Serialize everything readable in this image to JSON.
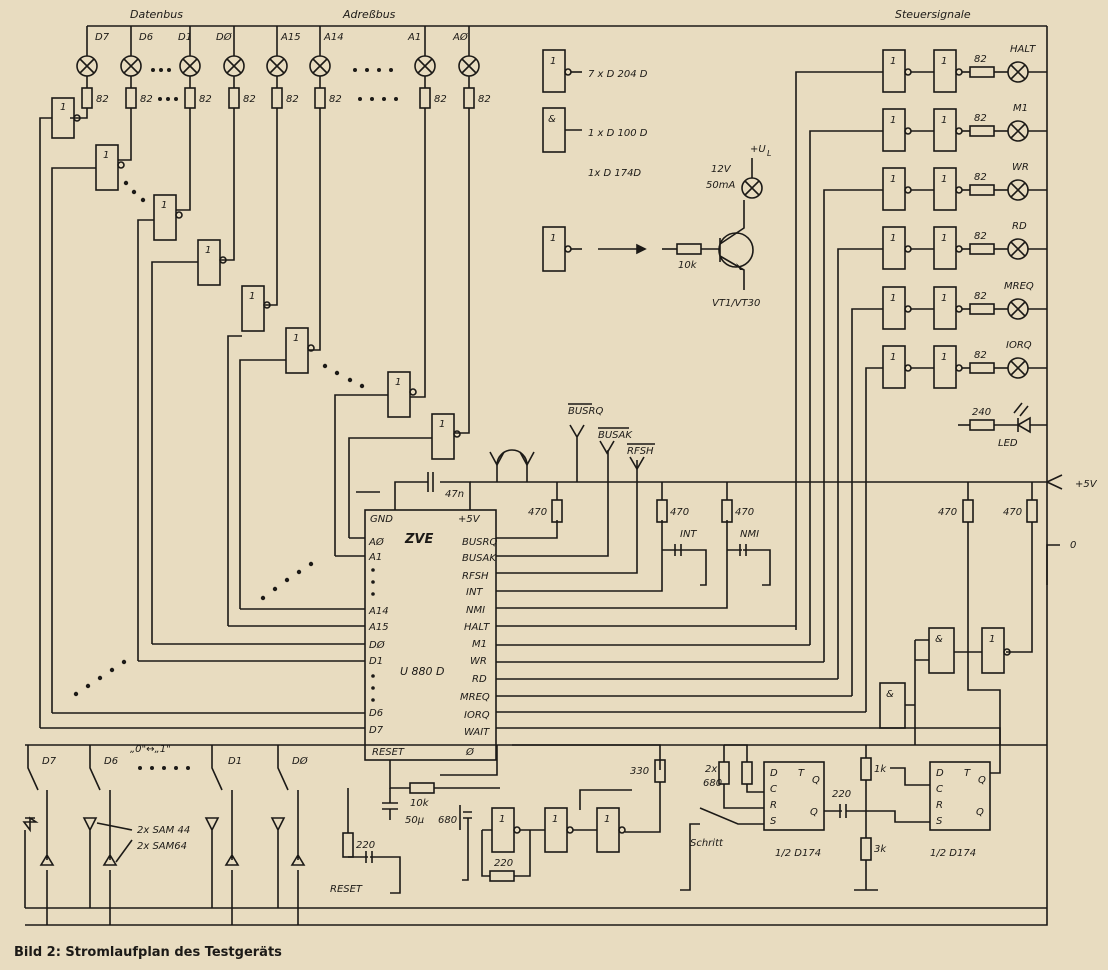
{
  "section_labels": {
    "databus": "Datenbus",
    "addressbus": "Adreßbus",
    "control": "Steuersignale"
  },
  "top_lamps": [
    "D7",
    "D6",
    "D1",
    "DØ",
    "A15",
    "A14",
    "A1",
    "AØ"
  ],
  "top_resistor_value": "82",
  "inverter_symbol": "1",
  "and_symbol": "&",
  "legend": {
    "inverter_count": "7 x D 204 D",
    "and_count": "1 x D 100 D",
    "flipflop_count": "1x D 174D",
    "supply": "+U",
    "supply_sub": "L",
    "lamp_rating_v": "12V",
    "lamp_rating_i": "50mA",
    "base_resistor": "10k",
    "transistor": "VT1/VT30"
  },
  "control_lamps": [
    "HALT",
    "M1",
    "WR",
    "RD",
    "MREQ",
    "IORQ"
  ],
  "led": {
    "resistor": "240",
    "label": "LED"
  },
  "cpu": {
    "title": "ZVE",
    "part": "U 880 D",
    "gnd": "GND",
    "vcc": "+5V",
    "left_pins": [
      "AØ",
      "A1",
      "A14",
      "A15",
      "DØ",
      "D1",
      "D6",
      "D7",
      "RESET"
    ],
    "right_pins": [
      "BUSRQ",
      "BUSAK",
      "RFSH",
      "INT",
      "NMI",
      "HALT",
      "M1",
      "WR",
      "RD",
      "MREQ",
      "IORQ",
      "WAIT",
      "Ø"
    ]
  },
  "bus_labels": [
    "BUSRQ",
    "BUSAK",
    "RFSH"
  ],
  "values": {
    "cap_47n": "47n",
    "r470": "470",
    "vcc_rail": "+5V",
    "zero": "0",
    "int": "INT",
    "nmi": "NMI",
    "r330": "330",
    "r10k": "10k",
    "c50u": "50µ",
    "c680": "680",
    "r220": "220",
    "reset": "RESET",
    "r2x680a": "2x",
    "r2x680b": "680",
    "schritt": "Schritt",
    "half_d174": "1/2 D174",
    "c220": "220",
    "r1k": "1k",
    "r3k": "3k",
    "ff_d": "D",
    "ff_c": "C",
    "ff_r": "R",
    "ff_s": "S",
    "ff_t": "T",
    "ff_q": "Q",
    "ff_qbar": "Q"
  },
  "switches": [
    "D7",
    "D6",
    "D1",
    "DØ"
  ],
  "switch_state_label": "„0\"↔„1\"",
  "diodes_label": [
    "2x SAM 44",
    "2x SAM64"
  ],
  "caption": "Bild 2: Stromlaufplan des Testgeräts"
}
